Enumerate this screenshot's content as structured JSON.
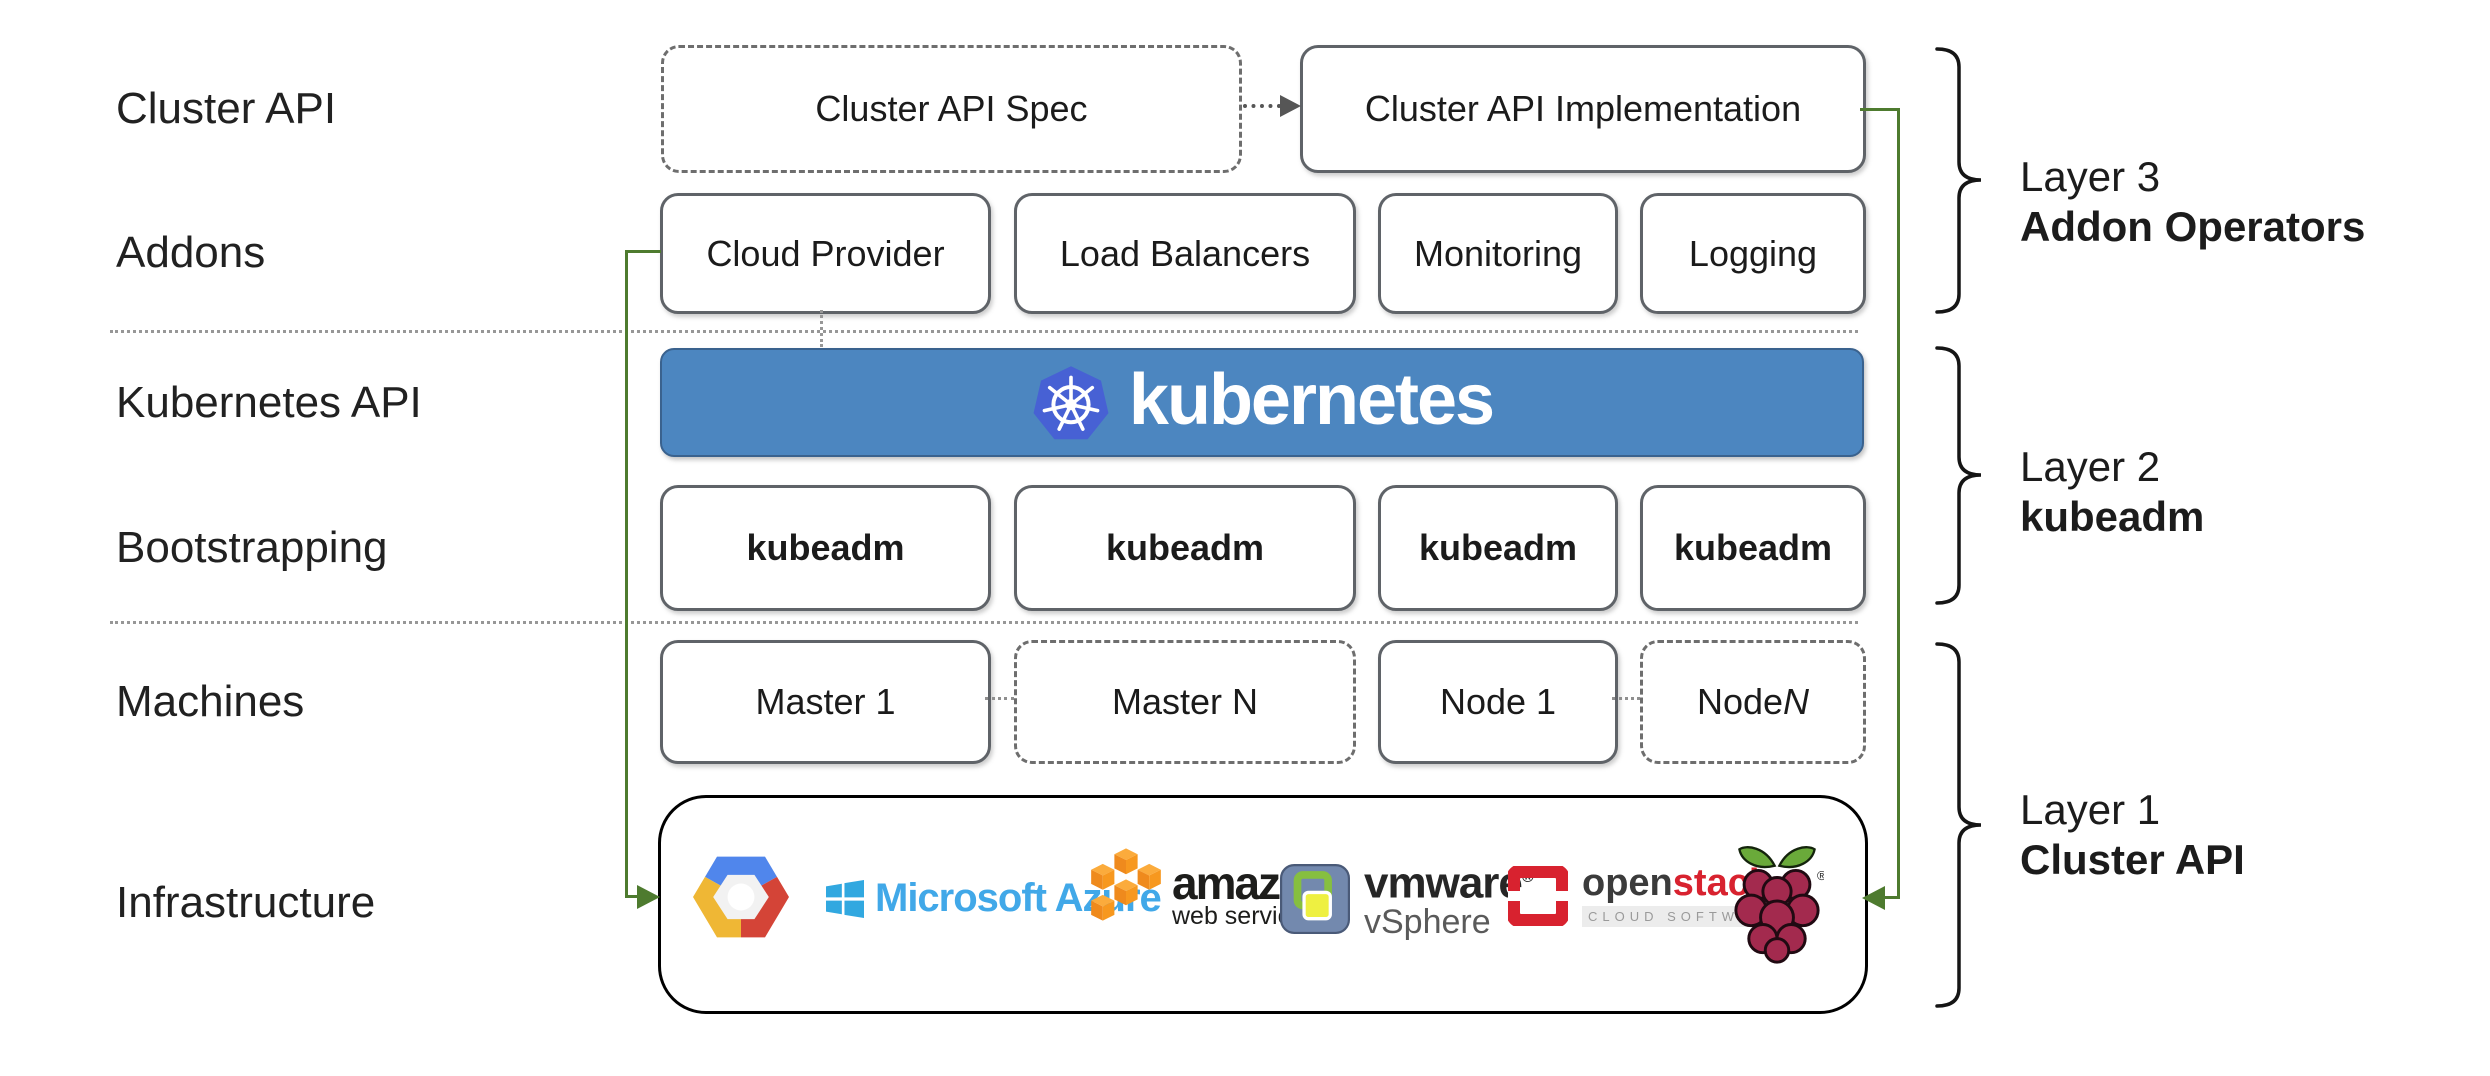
{
  "row_labels": {
    "cluster_api": "Cluster API",
    "addons": "Addons",
    "kubernetes_api": "Kubernetes API",
    "bootstrapping": "Bootstrapping",
    "machines": "Machines",
    "infrastructure": "Infrastructure"
  },
  "cluster_api_row": {
    "spec": "Cluster API Spec",
    "implementation": "Cluster API Implementation"
  },
  "addons": {
    "items": [
      {
        "label": "Cloud Provider"
      },
      {
        "label": "Load Balancers"
      },
      {
        "label": "Monitoring"
      },
      {
        "label": "Logging"
      }
    ]
  },
  "kubernetes": {
    "wordmark": "kubernetes"
  },
  "bootstrapping": {
    "items": [
      {
        "label": "kubeadm"
      },
      {
        "label": "kubeadm"
      },
      {
        "label": "kubeadm"
      },
      {
        "label": "kubeadm"
      }
    ]
  },
  "machines": {
    "master1": "Master 1",
    "masterN": "Master N",
    "node1": "Node 1",
    "nodeN_prefix": "Node ",
    "nodeN_suffix": "N"
  },
  "infrastructure": {
    "azure_text": "Microsoft Azure",
    "aws_line1": "amazon",
    "aws_line2": "web services",
    "vmware_line1": "vmware",
    "vmware_reg": "®",
    "vmware_line2": "vSphere",
    "openstack_open": "open",
    "openstack_stack": "stack",
    "openstack_tm": "™",
    "openstack_sub": "CLOUD SOFTWARE",
    "raspberry_reg": "®"
  },
  "layers": {
    "layer3": {
      "line1": "Layer 3",
      "line2": "Addon Operators"
    },
    "layer2": {
      "line1": "Layer 2",
      "line2": "kubeadm"
    },
    "layer1": {
      "line1": "Layer 1",
      "line2": "Cluster API"
    }
  },
  "colors": {
    "accent_green": "#4e7b2f",
    "banner_blue": "#4c86c0",
    "kubernetes_logo_blue": "#4761d4",
    "azure_blue": "#41a8e8",
    "aws_orange": "#f7981f",
    "openstack_red": "#d8222f",
    "raspberry_crimson": "#a32a4e",
    "leaf_green": "#6aaa3a",
    "box_border_gray": "#5f6368"
  }
}
